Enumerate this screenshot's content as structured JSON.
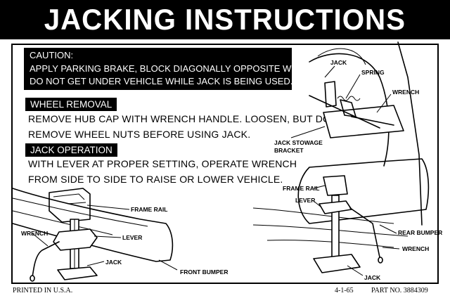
{
  "header": {
    "title": "JACKING  INSTRUCTIONS"
  },
  "caution": {
    "title": "CAUTION:",
    "line1": "APPLY PARKING BRAKE, BLOCK DIAGONALLY OPPOSITE WHEEL.",
    "line2": "DO NOT GET UNDER VEHICLE WHILE JACK IS  BEING USED."
  },
  "wheel_removal": {
    "heading": "WHEEL REMOVAL",
    "line1": "REMOVE HUB CAP WITH WRENCH HANDLE. LOOSEN, BUT DO NOT",
    "line2": "REMOVE WHEEL NUTS BEFORE USING JACK."
  },
  "jack_operation": {
    "heading": "JACK OPERATION",
    "line1": "WITH LEVER AT PROPER SETTING, OPERATE WRENCH",
    "line2": "FROM SIDE TO SIDE TO RAISE OR LOWER VEHICLE."
  },
  "labels_left": {
    "frame_rail": "FRAME RAIL",
    "wrench": "WRENCH",
    "lever": "LEVER",
    "jack": "JACK",
    "front_bumper": "FRONT BUMPER"
  },
  "labels_right": {
    "jack_top": "JACK",
    "spring": "SPRING",
    "wrench_top": "WRENCH",
    "stowage_line1": "JACK STOWAGE",
    "stowage_line2": "BRACKET",
    "frame_rail": "FRAME RAIL",
    "lever": "LEVER",
    "rear_bumper": "REAR BUMPER",
    "wrench_bottom": "WRENCH",
    "jack_bottom": "JACK"
  },
  "footer": {
    "printed": "PRINTED IN U.S.A.",
    "date": "4-1-65",
    "part": "PART NO.  3884309"
  }
}
